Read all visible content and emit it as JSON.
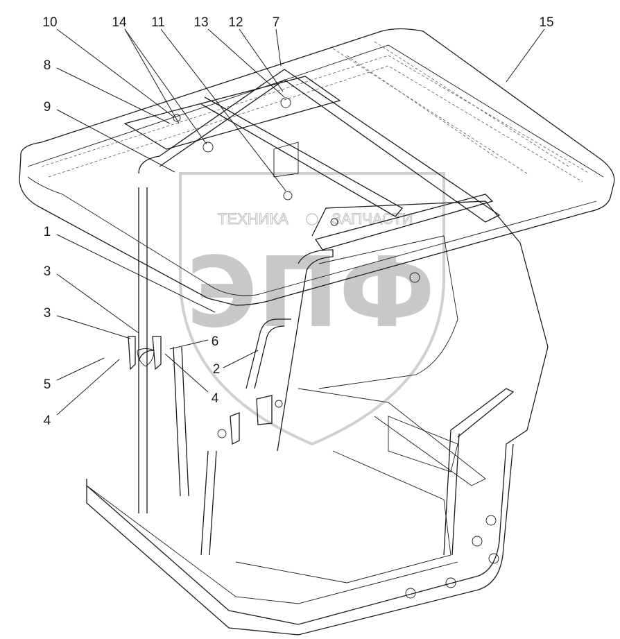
{
  "watermark": {
    "big_letters": "ЭПФ",
    "left_word": "ТЕХНИКА",
    "right_word": "ЗАПЧАСТИ"
  },
  "callouts": [
    {
      "id": "callout-1",
      "text": "1"
    },
    {
      "id": "callout-2",
      "text": "2"
    },
    {
      "id": "callout-3a",
      "text": "3"
    },
    {
      "id": "callout-3b",
      "text": "3"
    },
    {
      "id": "callout-4a",
      "text": "4"
    },
    {
      "id": "callout-4b",
      "text": "4"
    },
    {
      "id": "callout-5",
      "text": "5"
    },
    {
      "id": "callout-6",
      "text": "6"
    },
    {
      "id": "callout-7",
      "text": "7"
    },
    {
      "id": "callout-8",
      "text": "8"
    },
    {
      "id": "callout-9",
      "text": "9"
    },
    {
      "id": "callout-10",
      "text": "10"
    },
    {
      "id": "callout-11",
      "text": "11"
    },
    {
      "id": "callout-12",
      "text": "12"
    },
    {
      "id": "callout-13",
      "text": "13"
    },
    {
      "id": "callout-14",
      "text": "14"
    },
    {
      "id": "callout-15",
      "text": "15"
    }
  ]
}
